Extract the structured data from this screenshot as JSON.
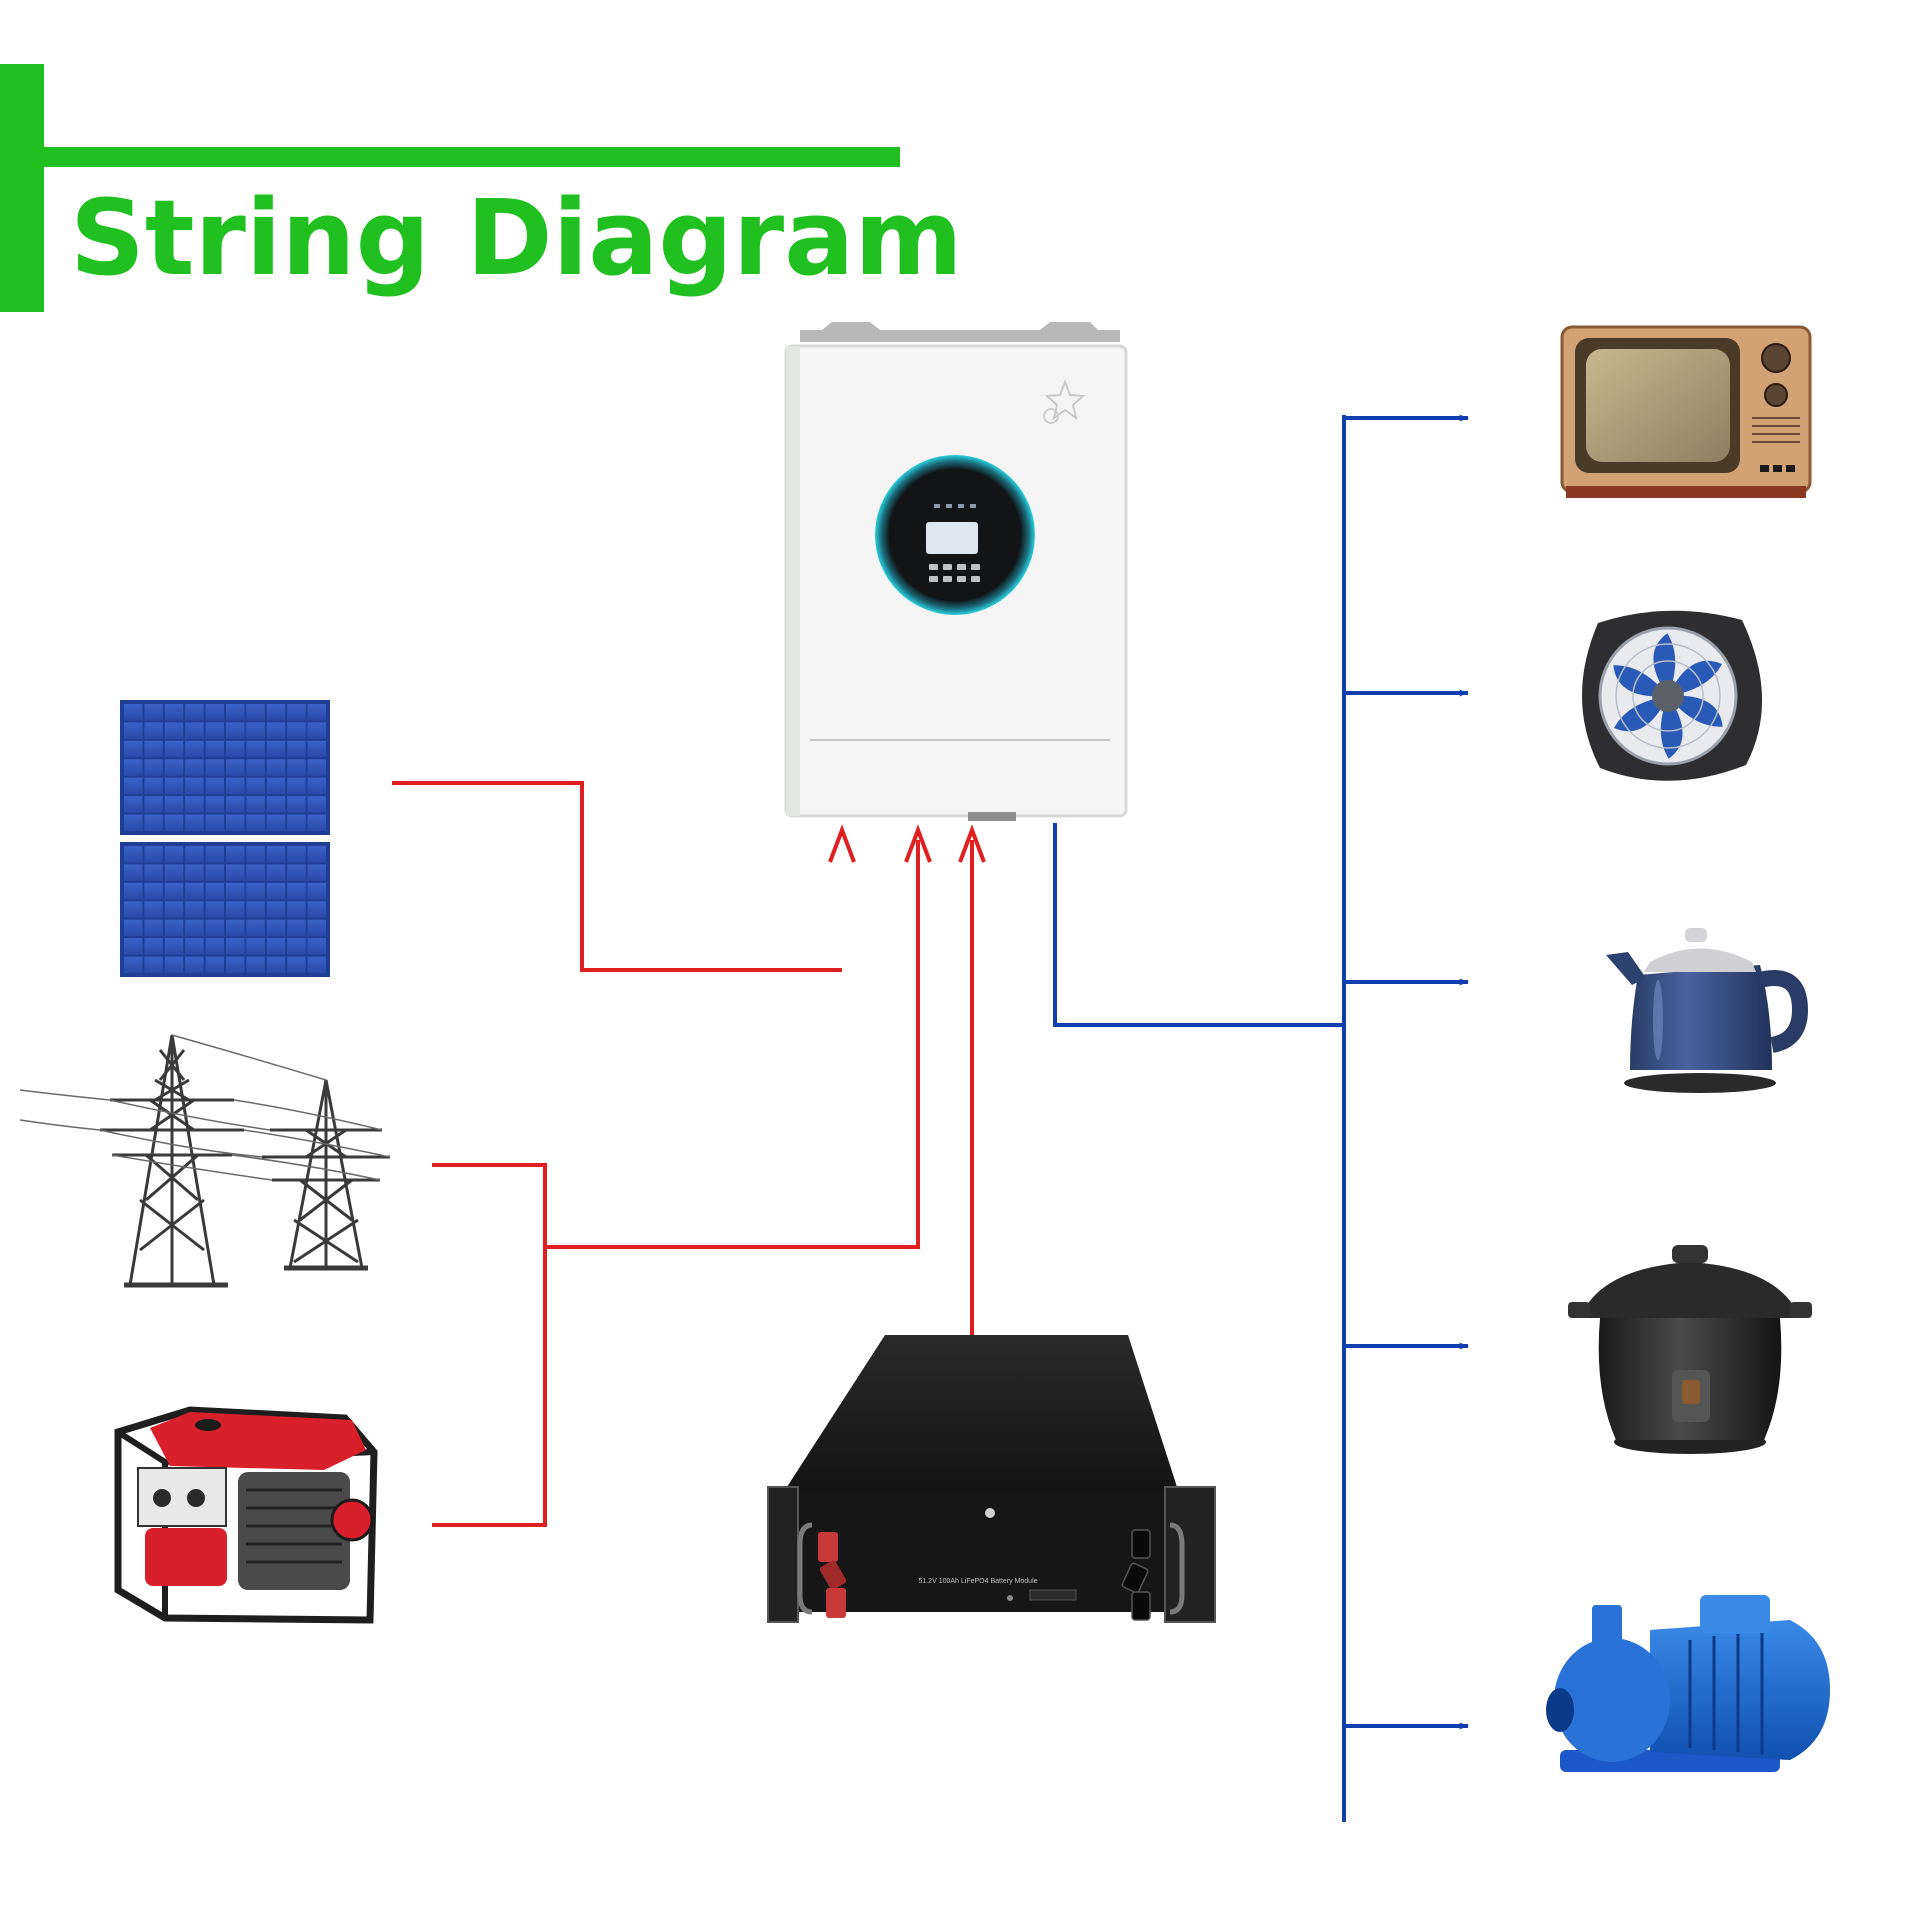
{
  "title": "String Diagram",
  "colors": {
    "brand_green": "#20c020",
    "ac_input_line": "#e02020",
    "ac_output_line": "#1040b0",
    "inverter_body": "#f4f5f4",
    "battery_body": "#1a1a1a"
  },
  "inverter": {
    "name": "inverter-charger",
    "inputs": [
      "solar-panel",
      "power-grid",
      "generator",
      "battery"
    ]
  },
  "sources": [
    {
      "name": "solar-panel",
      "icon": "solar-panel-icon"
    },
    {
      "name": "power-grid",
      "icon": "transmission-tower-icon"
    },
    {
      "name": "generator",
      "icon": "generator-icon"
    }
  ],
  "battery": {
    "label_text": "51.2V 100Ah LiFePO4 Battery Module",
    "icon": "battery-rack-icon"
  },
  "loads": [
    {
      "name": "television",
      "icon": "television-icon"
    },
    {
      "name": "desk-fan",
      "icon": "fan-icon"
    },
    {
      "name": "electric-kettle",
      "icon": "kettle-icon"
    },
    {
      "name": "rice-cooker",
      "icon": "rice-cooker-icon"
    },
    {
      "name": "water-pump",
      "icon": "water-pump-icon"
    }
  ]
}
